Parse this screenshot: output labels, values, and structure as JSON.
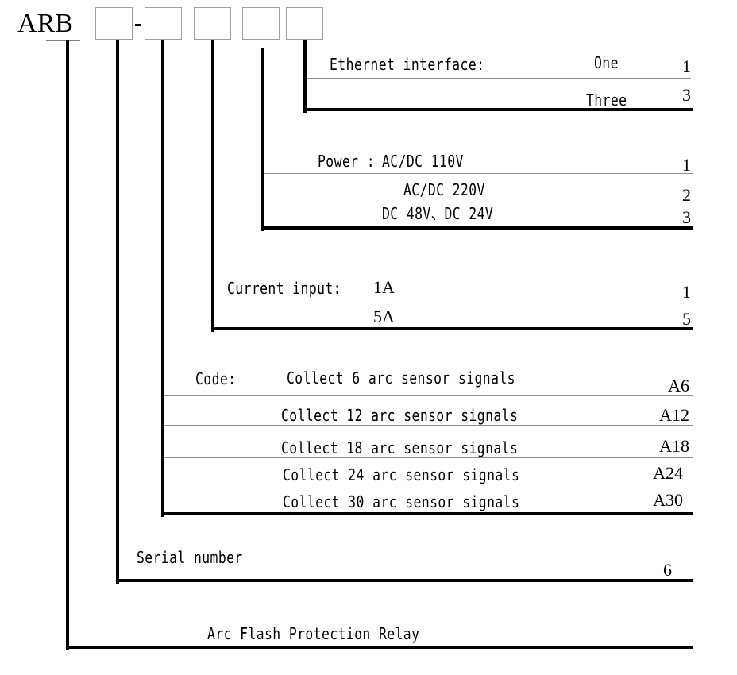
{
  "model": {
    "prefix": "ARB",
    "separator": "-",
    "slots": 5
  },
  "fields": [
    {
      "title": "Ethernet interface:",
      "options": [
        {
          "label": "One",
          "code": "1"
        },
        {
          "label": "Three",
          "code": "3"
        }
      ]
    },
    {
      "title": "Power :",
      "options": [
        {
          "label": "AC/DC 110V",
          "code": "1"
        },
        {
          "label": "AC/DC 220V",
          "code": "2"
        },
        {
          "label": "DC 48V、DC 24V",
          "code": "3"
        }
      ]
    },
    {
      "title": "Current input:",
      "options": [
        {
          "label": "1A",
          "code": "1"
        },
        {
          "label": "5A",
          "code": "5"
        }
      ]
    },
    {
      "title": "Code:",
      "options": [
        {
          "label": "Collect 6 arc sensor signals",
          "code": "A6"
        },
        {
          "label": "Collect 12 arc sensor signals",
          "code": "A12"
        },
        {
          "label": "Collect 18 arc sensor signals",
          "code": "A18"
        },
        {
          "label": "Collect 24 arc sensor signals",
          "code": "A24"
        },
        {
          "label": "Collect 30 arc sensor signals",
          "code": "A30"
        }
      ]
    },
    {
      "title": "Serial number",
      "options": [
        {
          "label": "",
          "code": "6"
        }
      ]
    },
    {
      "title": "Arc Flash Protection Relay",
      "options": []
    }
  ]
}
